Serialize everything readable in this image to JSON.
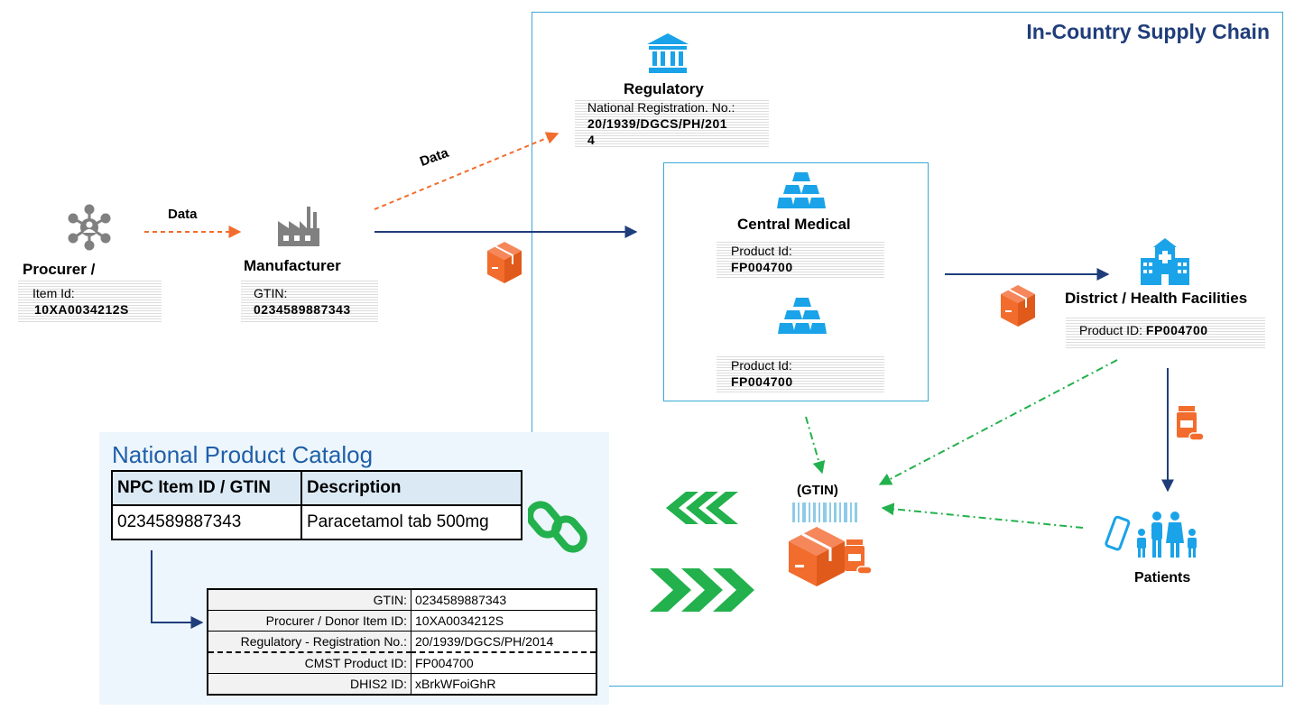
{
  "colors": {
    "navy": "#1f3d7a",
    "orange": "#f26d2d",
    "green": "#22b14c",
    "blue_icon": "#1aa3e8",
    "title_blue": "#1f5fa8",
    "grey_icon": "#808080"
  },
  "supply_chain": {
    "title": "In-Country Supply Chain"
  },
  "regulatory": {
    "title": "Regulatory",
    "field_label": "National Registration. No.:",
    "value_line1": "20/1939/DGCS/PH/201",
    "value_line2": "4"
  },
  "central_medical": {
    "title": "Central Medical",
    "field1_label": "Product Id:",
    "field1_value": "FP004700",
    "field2_label": "Product Id:",
    "field2_value": "FP004700"
  },
  "district": {
    "title": "District / Health Facilities",
    "field_label": "Product ID:",
    "field_value": "FP004700"
  },
  "procurer": {
    "title": "Procurer /",
    "field_label": "Item Id:",
    "field_value": "10XA0034212S"
  },
  "manufacturer": {
    "title": "Manufacturer",
    "field_label": "GTIN:",
    "field_value": "0234589887343"
  },
  "arrows": {
    "data_label_1": "Data",
    "data_label_2": "Data"
  },
  "gtin_hub": {
    "label": "(GTIN)"
  },
  "patients": {
    "label": "Patients"
  },
  "npc": {
    "title": "National Product Catalog",
    "col1_header": "NPC Item ID / GTIN",
    "col2_header": "Description",
    "row_id": "0234589887343",
    "row_desc": "Paracetamol tab 500mg"
  },
  "detail_rows": [
    {
      "k": "GTIN:",
      "v": "0234589887343"
    },
    {
      "k": "Procurer / Donor Item ID:",
      "v": "10XA0034212S"
    },
    {
      "k": "Regulatory - Registration No.:",
      "v": "20/1939/DGCS/PH/2014"
    },
    {
      "k": "CMST Product ID:",
      "v": "FP004700"
    },
    {
      "k": "DHIS2 ID:",
      "v": "xBrkWFoiGhR"
    }
  ],
  "icons": [
    "network-icon",
    "factory-icon",
    "bank-icon",
    "gold-stack-icon",
    "hospital-icon",
    "box-icon",
    "medicine-icon",
    "family-icon",
    "phone-icon",
    "link-icon",
    "barcode-icon"
  ]
}
